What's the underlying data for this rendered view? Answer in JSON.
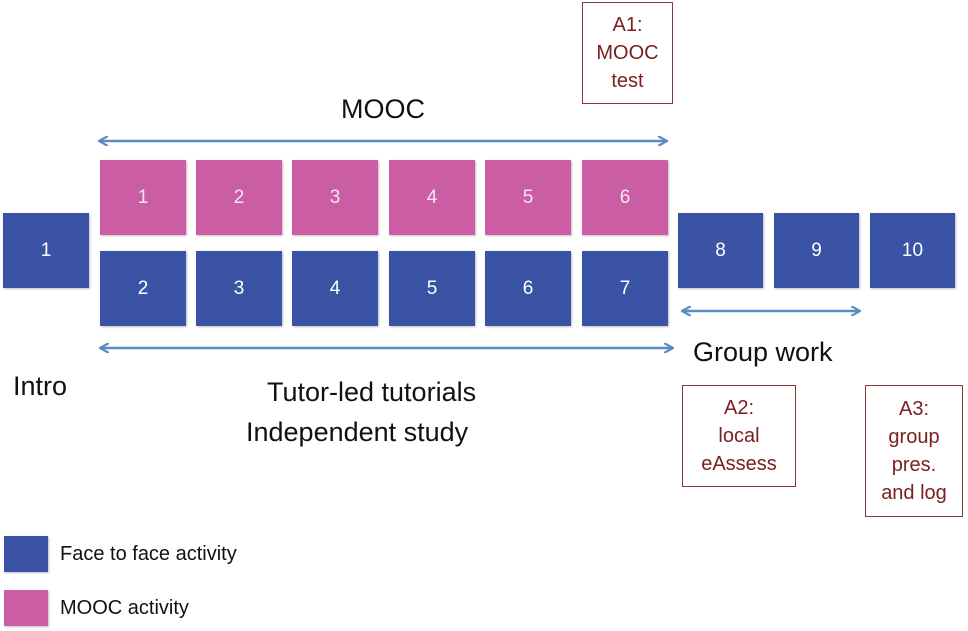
{
  "colors": {
    "face_to_face": "#3b53a4",
    "mooc": "#cb5da4",
    "assessment": "#7a2020",
    "arrow": "#5b8bc4"
  },
  "intro": {
    "box_label": "1",
    "caption": "Intro"
  },
  "mooc_row": {
    "title": "MOOC",
    "boxes": [
      "1",
      "2",
      "3",
      "4",
      "5",
      "6"
    ]
  },
  "tutorial_row": {
    "boxes": [
      "2",
      "3",
      "4",
      "5",
      "6",
      "7"
    ],
    "caption_line1": "Tutor-led tutorials",
    "caption_line2": "Independent study"
  },
  "group_row": {
    "boxes": [
      "8",
      "9",
      "10"
    ],
    "caption": "Group work"
  },
  "assessments": [
    {
      "lines": [
        "A1:",
        "MOOC",
        "test"
      ]
    },
    {
      "lines": [
        "A2:",
        "local",
        "eAssess"
      ]
    },
    {
      "lines": [
        "A3:",
        "group",
        "pres.",
        "and log"
      ]
    }
  ],
  "legend": [
    {
      "label": "Face to face activity",
      "type": "face_to_face"
    },
    {
      "label": "MOOC activity",
      "type": "mooc"
    }
  ]
}
